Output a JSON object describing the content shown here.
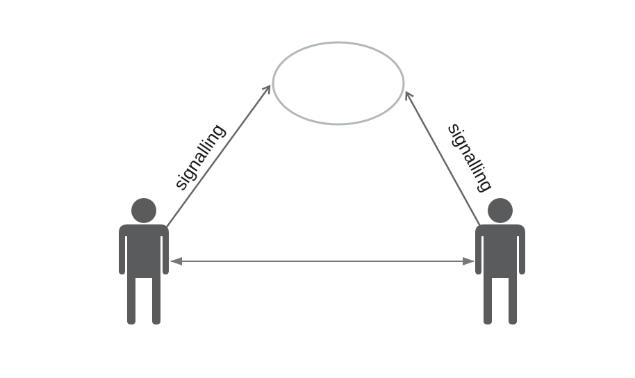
{
  "diagram": {
    "nodes": [
      {
        "id": "server",
        "shape": "ellipse",
        "label": ""
      },
      {
        "id": "person-left",
        "shape": "person-icon"
      },
      {
        "id": "person-right",
        "shape": "person-icon"
      }
    ],
    "edges": [
      {
        "from": "person-left",
        "to": "server",
        "label": "signalling",
        "arrow": "to"
      },
      {
        "from": "person-right",
        "to": "server",
        "label": "signalling",
        "arrow": "to"
      },
      {
        "from": "person-left",
        "to": "person-right",
        "label": "",
        "arrow": "both"
      }
    ],
    "edge_labels": {
      "left": "signalling",
      "right": "signalling"
    },
    "colors": {
      "person": "#5a5b5c",
      "edge": "#666666",
      "ellipse_stroke": "#b3b8b8",
      "text": "#1a1a1a"
    }
  }
}
